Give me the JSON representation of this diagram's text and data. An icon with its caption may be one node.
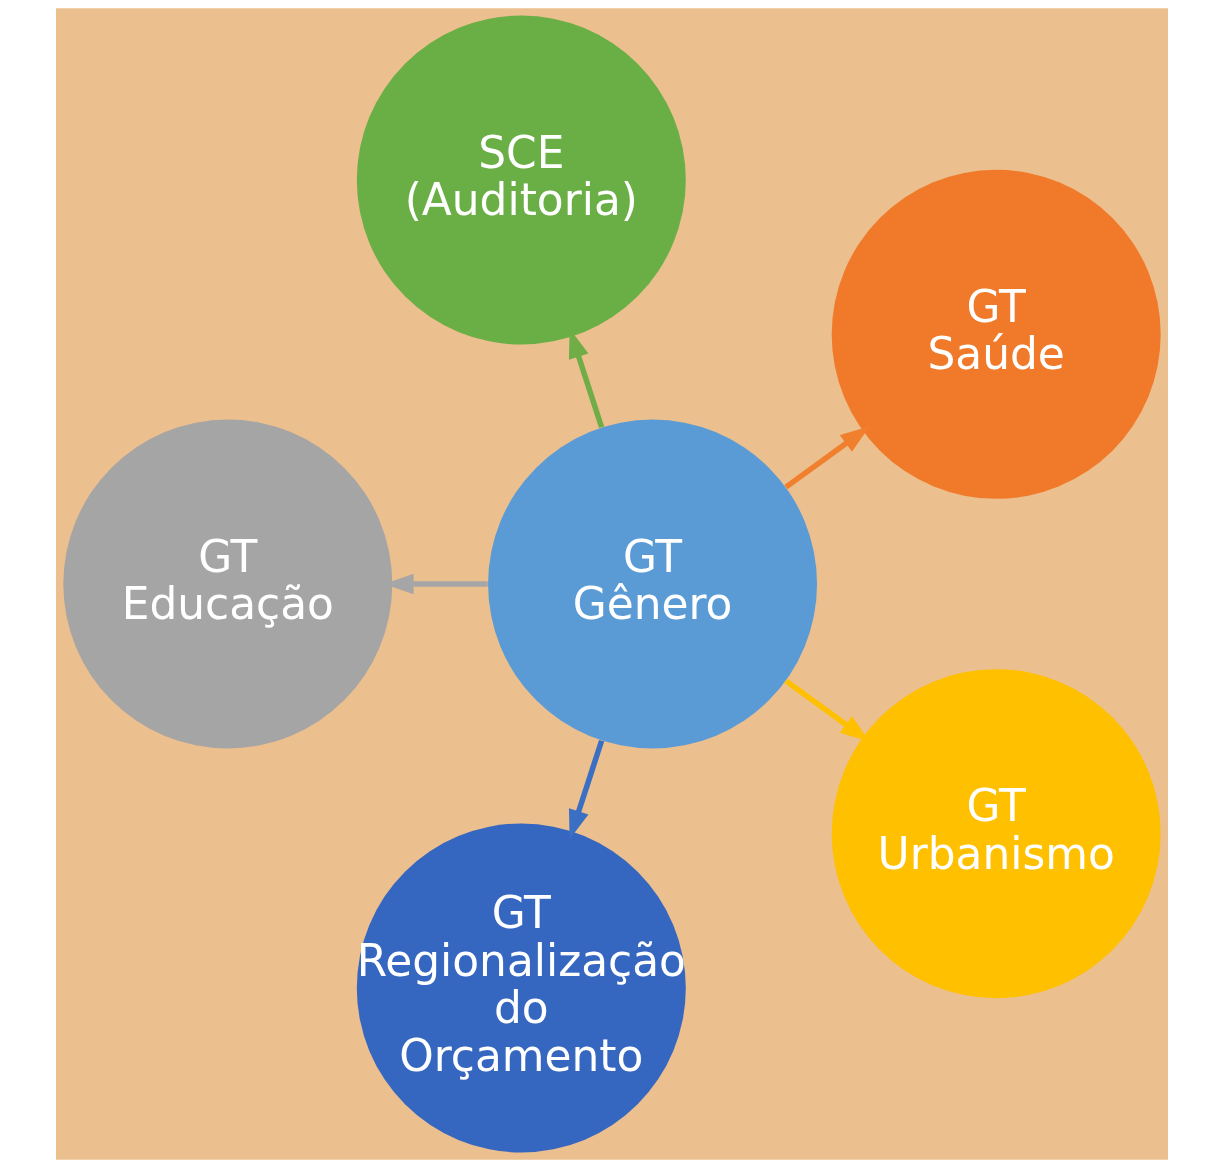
{
  "diagram": {
    "nodes": [
      {
        "text": [
          "GT Saúde"
        ]
      },
      {
        "text": [
          "SCE (Auditoria)"
        ]
      },
      {
        "text": [
          "GT Gênero"
        ]
      },
      {
        "text": [
          "GT Educação"
        ]
      },
      {
        "text": [
          "GT Regionalização do Orçamento"
        ]
      },
      {
        "text": [
          "GT Urbanismo"
        ]
      }
    ],
    "edges": [
      {
        "from": 2,
        "to": 0,
        "arrow": "to",
        "color": "#f07f2e"
      },
      {
        "from": 2,
        "to": 3,
        "arrow": "to",
        "color": "#a6a6a6"
      },
      {
        "from": 2,
        "to": 5,
        "arrow": "to",
        "color": "#ffc000"
      },
      {
        "from": 2,
        "to": 4,
        "arrow": "to",
        "color": "#3a6fc4"
      },
      {
        "from": 2,
        "to": 1,
        "arrow": "to",
        "color": "#70ad47"
      }
    ]
  }
}
